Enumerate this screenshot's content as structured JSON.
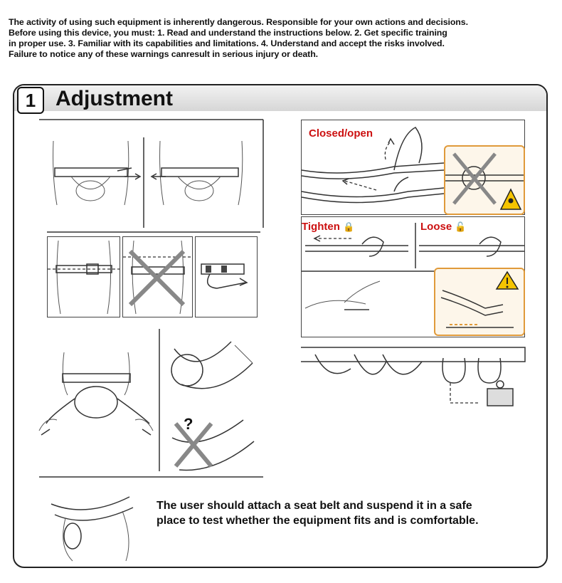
{
  "warning": {
    "line1": "The activity of using such equipment is inherently dangerous. Responsible for your own actions and decisions.",
    "line2": "Before using this device, you must: 1. Read and understand the instructions below. 2. Get specific training",
    "line3": "in proper use. 3. Familiar with its capabilities and limitations. 4. Understand and accept the risks involved.",
    "line4": "Failure to notice any of these warnings canresult in serious injury or death."
  },
  "section": {
    "number": "1",
    "title": "Adjustment"
  },
  "labels": {
    "closed_open": "Closed/open",
    "tighten": "Tighten",
    "loose": "Loose",
    "question": "?"
  },
  "note": {
    "line1": "The user should attach a seat belt and suspend it in a safe",
    "line2": "place to test whether the equipment fits and is comfortable."
  },
  "colors": {
    "warning_red": "#cc1111",
    "caution_orange": "#e09a3a",
    "caution_yellow": "#f5c400"
  }
}
